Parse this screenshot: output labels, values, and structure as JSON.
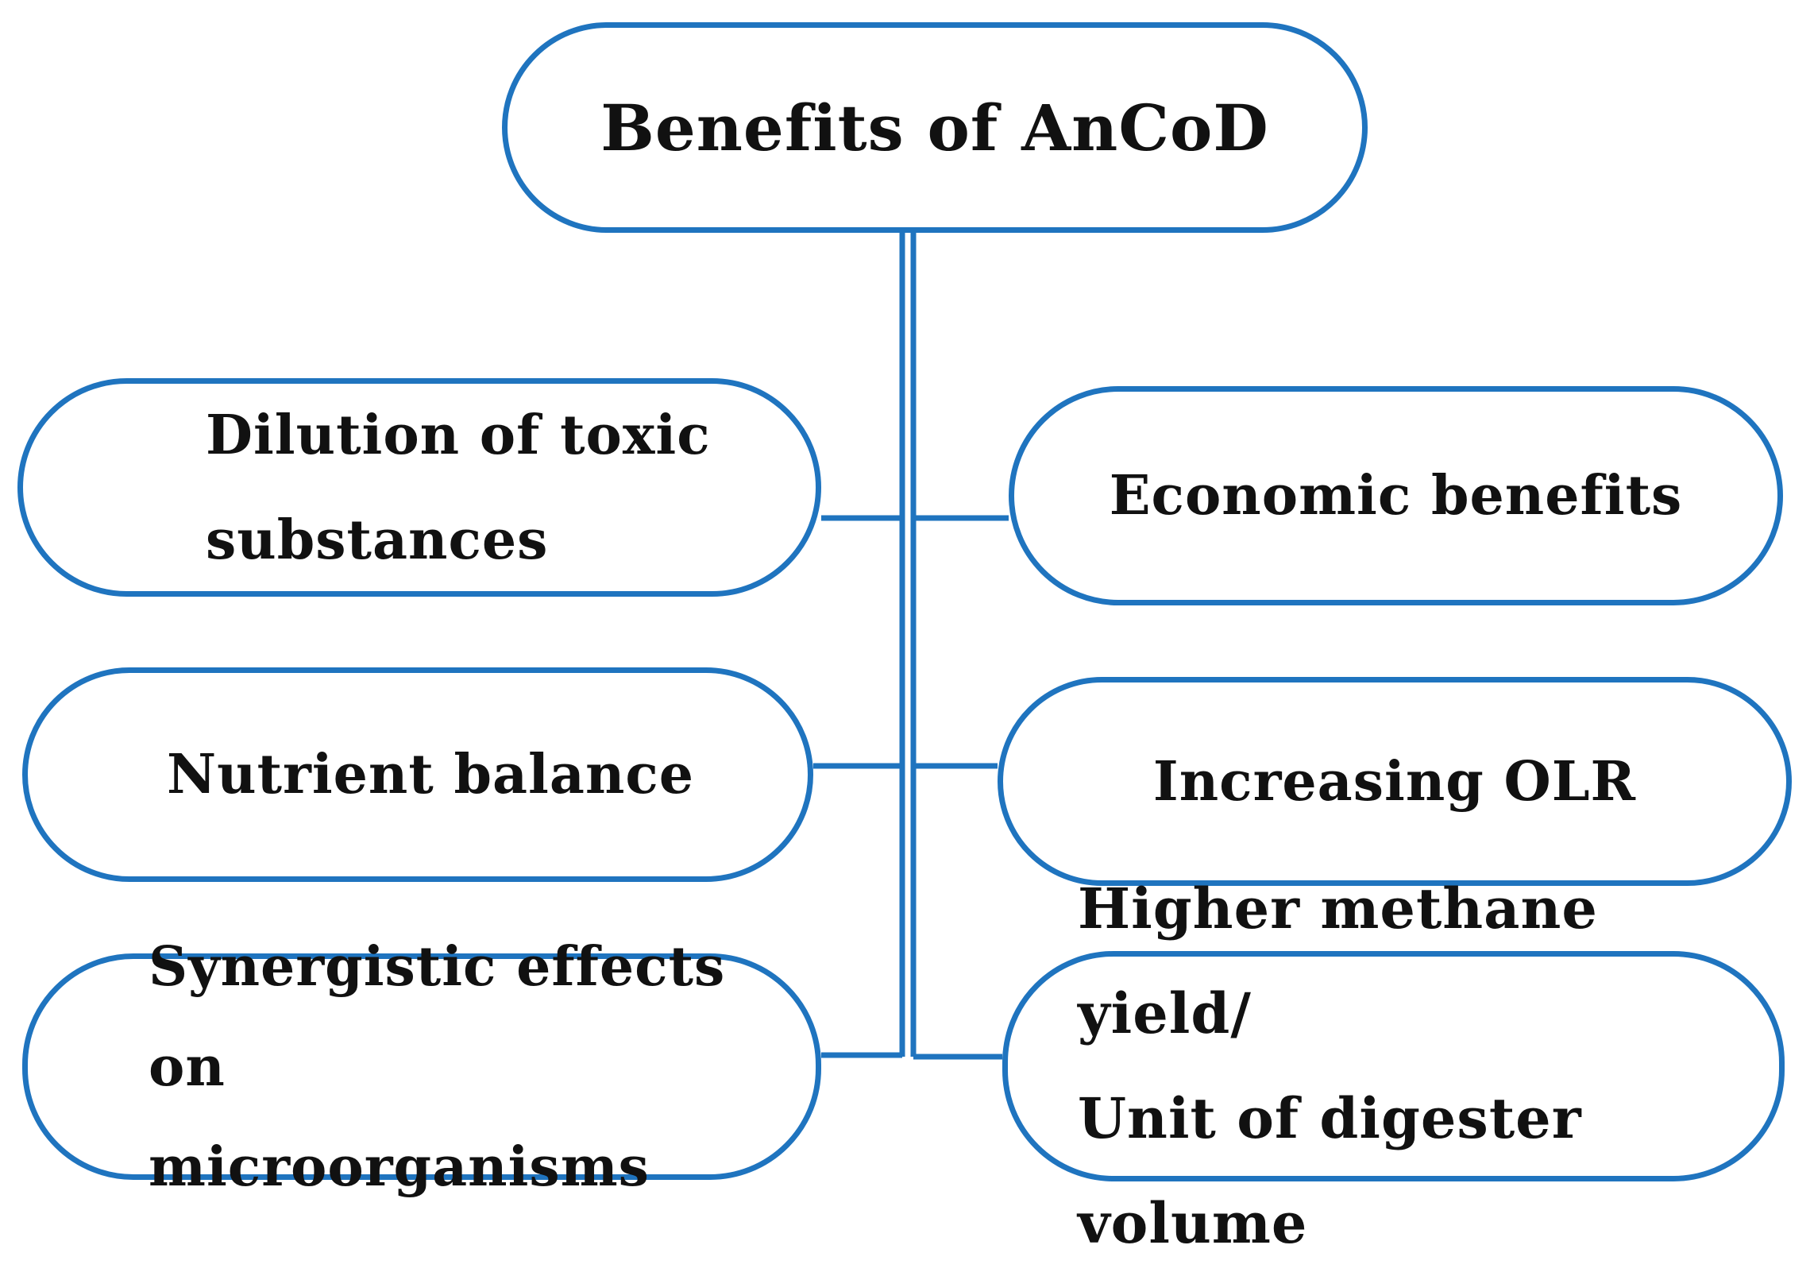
{
  "root": {
    "label": "Benefits of AnCoD"
  },
  "left_nodes": [
    {
      "label": "Dilution of toxic\nsubstances"
    },
    {
      "label": "Nutrient balance"
    },
    {
      "label": "Synergistic effects on\nmicroorganisms"
    }
  ],
  "right_nodes": [
    {
      "label": "Economic benefits"
    },
    {
      "label": "Increasing OLR"
    },
    {
      "label": "Higher methane yield/\nUnit of digester volume"
    }
  ],
  "colors": {
    "border": "#1f74bf",
    "text": "#111111",
    "background": "#ffffff"
  }
}
